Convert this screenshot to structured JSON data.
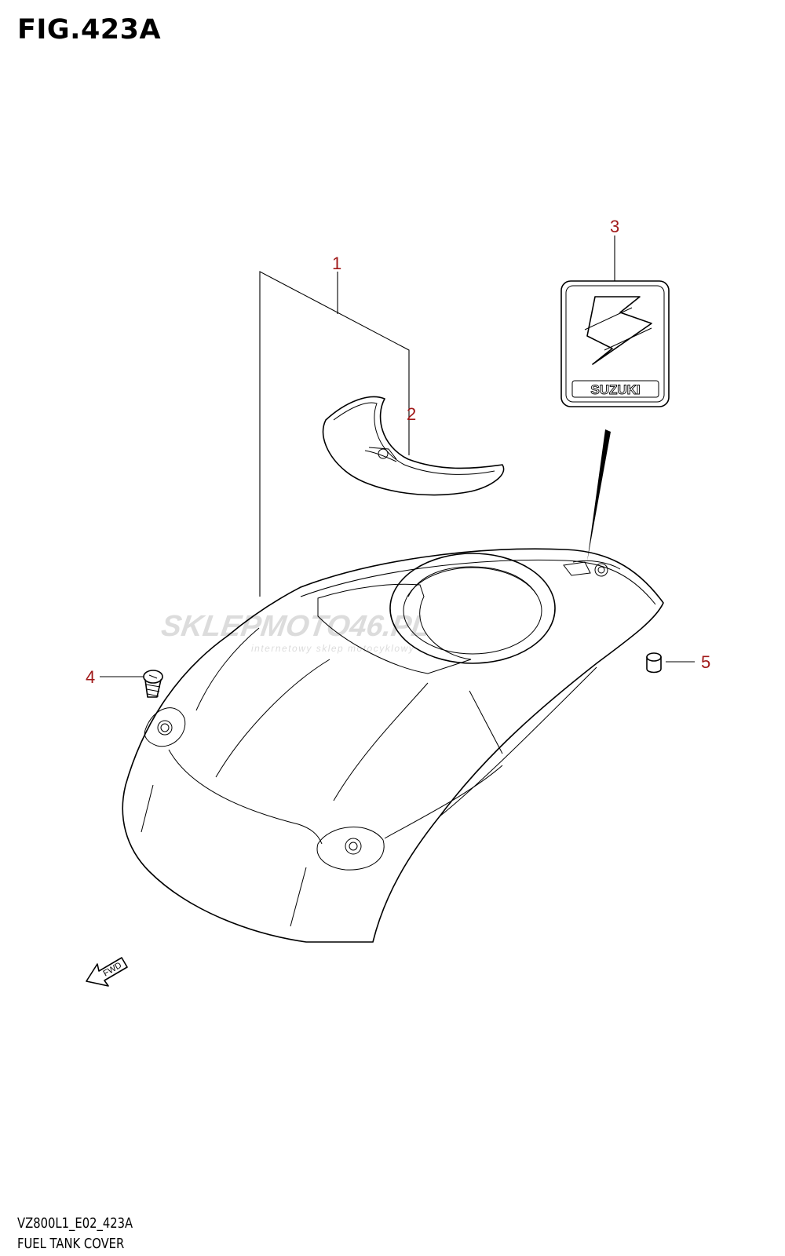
{
  "figure": {
    "title": "FIG.423A"
  },
  "callouts": [
    {
      "number": "1"
    },
    {
      "number": "2"
    },
    {
      "number": "3"
    },
    {
      "number": "4"
    },
    {
      "number": "5"
    }
  ],
  "emblem": {
    "wordmark": "SUZUKI"
  },
  "direction_arrow": {
    "label": "FWD"
  },
  "watermark": {
    "brand": "SKLEPMOTO46.PL",
    "tagline": "internetowy sklep motocyklowy"
  },
  "footer": {
    "model_code": "VZ800L1_E02_423A",
    "caption": "FUEL TANK COVER"
  },
  "colors": {
    "callout": "#a01818",
    "lines": "#000000",
    "watermark": "#d9d9d9",
    "watermark_accent": "#f2c6c6"
  }
}
